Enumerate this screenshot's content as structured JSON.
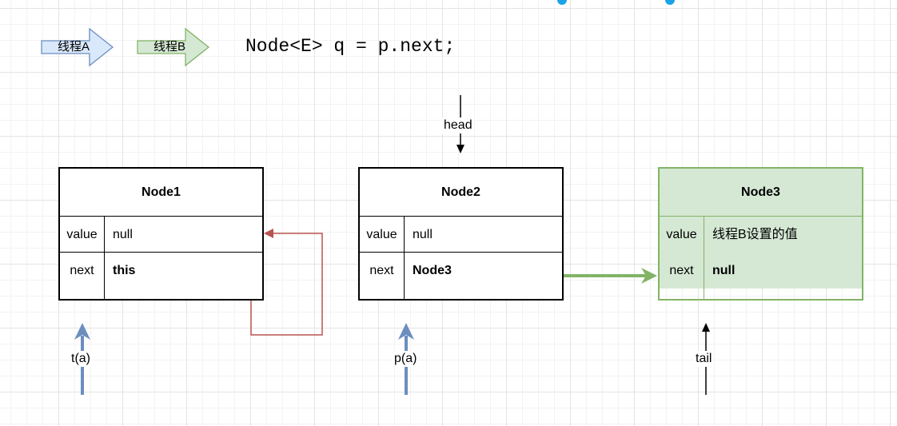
{
  "legend": [
    {
      "label": "线程A",
      "fill": "#dae8fc",
      "stroke": "#6c8ebf"
    },
    {
      "label": "线程B",
      "fill": "#d5e8d4",
      "stroke": "#82b366"
    }
  ],
  "code_line": "Node<E> q = p.next;",
  "nodes": [
    {
      "title": "Node1",
      "value_key": "value",
      "value": "null",
      "next_key": "next",
      "next": "this"
    },
    {
      "title": "Node2",
      "value_key": "value",
      "value": "null",
      "next_key": "next",
      "next": "Node3"
    },
    {
      "title": "Node3",
      "value_key": "value",
      "value": "线程B设置的值",
      "next_key": "next",
      "next": "null"
    }
  ],
  "pointers": {
    "head": "head",
    "t": "t(a)",
    "p": "p(a)",
    "tail": "tail"
  },
  "colors": {
    "thread_a_arrow": "#6c8ebf",
    "thread_b_arrow": "#82b366",
    "self_ref_arrow": "#b85450",
    "selection_dot": "#1aa3e8"
  }
}
